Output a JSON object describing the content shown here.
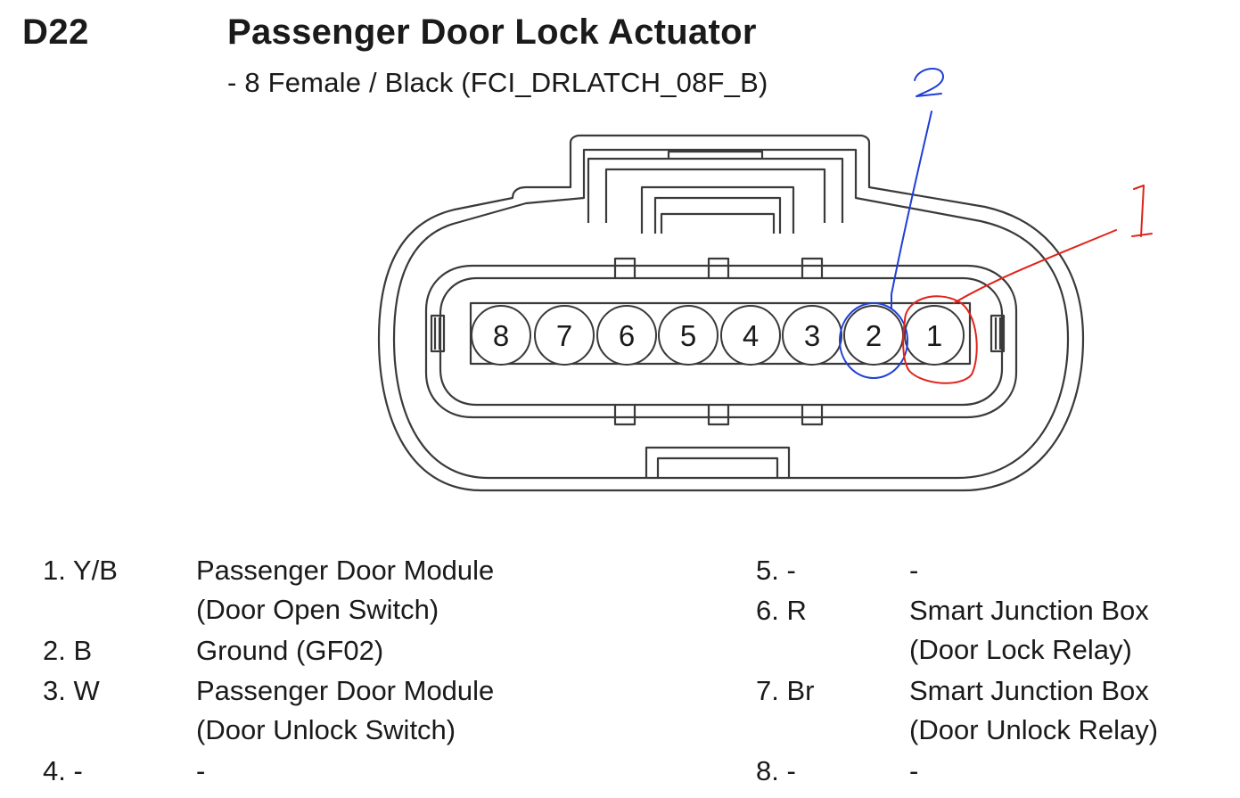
{
  "header": {
    "code": "D22",
    "title": "Passenger Door Lock Actuator",
    "subtitle": "- 8 Female / Black (FCI_DRLATCH_08F_B)"
  },
  "connector": {
    "pins": [
      "8",
      "7",
      "6",
      "5",
      "4",
      "3",
      "2",
      "1"
    ],
    "annotations": [
      {
        "label": "2",
        "color": "#1f3fd6",
        "pin": "2"
      },
      {
        "label": "1",
        "color": "#e0231a",
        "pin": "1"
      }
    ]
  },
  "pinout": [
    {
      "num": "1. Y/B",
      "lines": [
        "Passenger Door Module",
        "(Door Open Switch)"
      ]
    },
    {
      "num": "2. B",
      "lines": [
        "Ground (GF02)"
      ]
    },
    {
      "num": "3. W",
      "lines": [
        "Passenger Door Module",
        "(Door Unlock Switch)"
      ]
    },
    {
      "num": "4. -",
      "lines": [
        "-"
      ]
    },
    {
      "num": "5. -",
      "lines": [
        "-"
      ]
    },
    {
      "num": "6. R",
      "lines": [
        "Smart Junction Box",
        "(Door Lock Relay)"
      ]
    },
    {
      "num": "7. Br",
      "lines": [
        "Smart Junction Box",
        "(Door Unlock Relay)"
      ]
    },
    {
      "num": "8. -",
      "lines": [
        "-"
      ]
    }
  ]
}
